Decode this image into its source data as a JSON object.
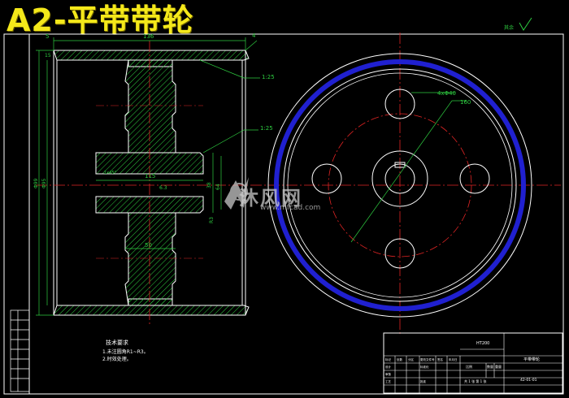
{
  "drawing": {
    "title": "A2-平带带轮",
    "roughness_note": "其余",
    "section_dims": {
      "top_width": "136",
      "left_offset": "5",
      "top_inset": "15",
      "right_small": "4",
      "taper_upper": "1:25",
      "taper_lower": "1:25",
      "hub_bore_len": "115",
      "chamfer": "1x45°",
      "roughness_bore": "6.3",
      "keyway_small": "38",
      "bore_dia": "64",
      "web_width": "50",
      "outer_dia": "Φ99",
      "inner_dia": "Φ95",
      "fillet": "R3"
    },
    "front_dims": {
      "holes": "4xΦ40",
      "pcd": "160"
    },
    "tech_notes": {
      "heading": "技术要求",
      "line1": "1.未注圆角R1~R3。",
      "line2": "2.时效处理。"
    },
    "title_block": {
      "name_cell": "平带带轮",
      "material": "HT200",
      "scale_label": "比例",
      "quantity_label": "数量",
      "weight_label": "重量",
      "drawing_no": "42-01-01",
      "sheet": "共 1 张 第 1 张",
      "row_labels": [
        "标记",
        "处数",
        "分区",
        "更改文件号",
        "签名",
        "年月日"
      ],
      "role_labels": [
        "设计",
        "审核",
        "工艺"
      ],
      "std_label": "标准化",
      "approve_label": "批准"
    }
  },
  "watermark": {
    "brand": "沐风网",
    "url": "www.mfcad.com"
  },
  "colors": {
    "background": "#000000",
    "outline": "#ffffff",
    "hatch": "#2ecc40",
    "dimension": "#2ecc40",
    "centerline": "#e02424",
    "rim": "#2020d0",
    "title": "#f4e81a"
  }
}
